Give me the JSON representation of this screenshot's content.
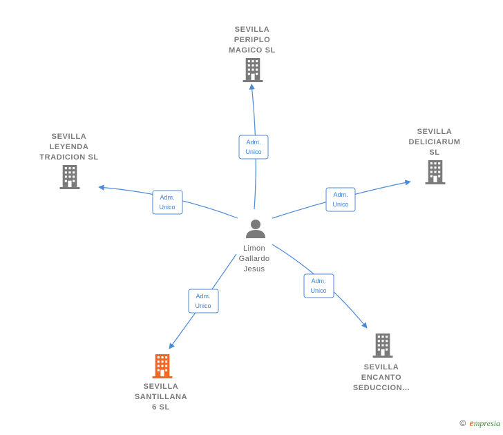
{
  "center": {
    "name_lines": [
      "Limon",
      "Gallardo",
      "Jesus"
    ],
    "icon": "person-icon"
  },
  "companies": [
    {
      "id": "periplo",
      "lines": [
        "SEVILLA",
        "PERIPLO",
        "MAGICO  SL"
      ],
      "icon": "building-icon",
      "color": "#7a7a7a",
      "edge_label": [
        "Adm.",
        "Unico"
      ]
    },
    {
      "id": "deliciarum",
      "lines": [
        "SEVILLA",
        "DELICIARUM",
        "SL"
      ],
      "icon": "building-icon",
      "color": "#7a7a7a",
      "edge_label": [
        "Adm.",
        "Unico"
      ]
    },
    {
      "id": "leyenda",
      "lines": [
        "SEVILLA",
        "LEYENDA",
        "TRADICION  SL"
      ],
      "icon": "building-icon",
      "color": "#7a7a7a",
      "edge_label": [
        "Adm.",
        "Unico"
      ]
    },
    {
      "id": "encanto",
      "lines": [
        "SEVILLA",
        "ENCANTO",
        "SEDUCCION..."
      ],
      "icon": "building-icon",
      "color": "#7a7a7a",
      "edge_label": [
        "Adm.",
        "Unico"
      ]
    },
    {
      "id": "santillana",
      "lines": [
        "SEVILLA",
        "SANTILLANA",
        "6  SL"
      ],
      "icon": "building-icon",
      "color": "#f26522",
      "edge_label": [
        "Adm.",
        "Unico"
      ]
    }
  ],
  "colors": {
    "edge": "#4a8ad8",
    "building": "#7a7a7a",
    "highlight": "#f26522",
    "person": "#7a7a7a"
  },
  "footer": {
    "copyright": "©",
    "brand_initial": "e",
    "brand_rest": "mpresia"
  }
}
